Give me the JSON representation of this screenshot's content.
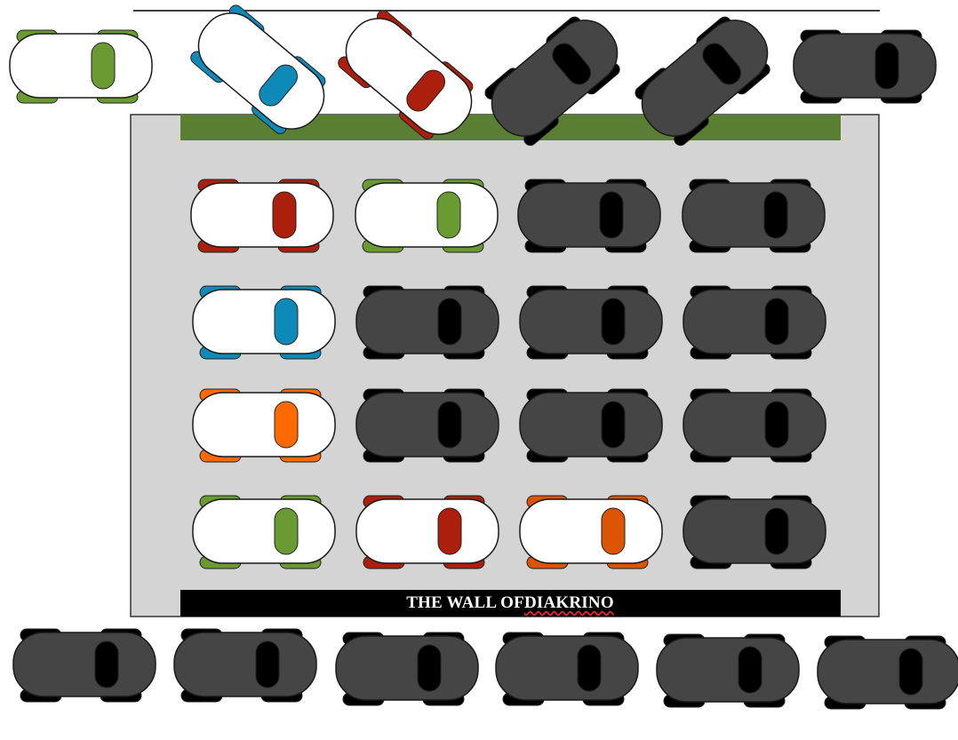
{
  "wall": {
    "label_prefix": "THE WALL OF ",
    "label_name": "DIAKRINO"
  },
  "colors": {
    "lot": "#d4d4d4",
    "hedge": "#5a7f32",
    "wall": "#000000",
    "dark_car_body": "#454545",
    "dark_car_accent": "#000000",
    "light_car_body": "#ffffff",
    "accent_green": "#6a9a32",
    "accent_blue": "#0e8ab9",
    "accent_red": "#ab1f0c",
    "accent_red_bright": "#de2a0e",
    "accent_orange": "#ff6a00",
    "accent_orange_dark": "#dc5300"
  },
  "cars": {
    "top_row": [
      {
        "style": "light",
        "accent": "green",
        "heading": "right"
      },
      {
        "style": "light",
        "accent": "blue",
        "heading": "angled"
      },
      {
        "style": "light",
        "accent": "red",
        "heading": "angled"
      },
      {
        "style": "dark",
        "heading": "angled"
      },
      {
        "style": "dark",
        "heading": "angled"
      },
      {
        "style": "dark",
        "heading": "right"
      }
    ],
    "lot_rows": [
      [
        "light-red",
        "light-green",
        "dark",
        "dark"
      ],
      [
        "light-blue",
        "dark",
        "dark",
        "dark"
      ],
      [
        "light-orange",
        "dark",
        "dark",
        "dark"
      ],
      [
        "light-green",
        "light-red",
        "light-orange-dark",
        "dark"
      ]
    ],
    "bottom_row": [
      "dark",
      "dark",
      "dark",
      "dark",
      "dark",
      "dark"
    ]
  }
}
